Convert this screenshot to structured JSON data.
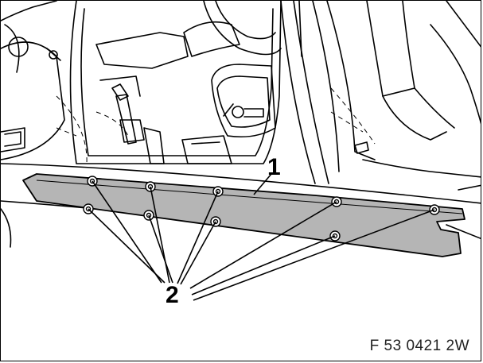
{
  "callouts": {
    "part_1": "1",
    "part_2": "2"
  },
  "figure_code": "F 53 0421 2W",
  "colors": {
    "line": "#000000",
    "panel_fill": "#b5b5b5",
    "interior_fill": "#ffffff"
  }
}
